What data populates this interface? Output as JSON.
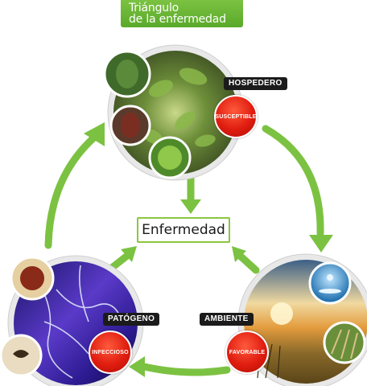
{
  "title": {
    "line1": "Triángulo",
    "line2": "de la enfermedad"
  },
  "center": {
    "label": "Enfermedad"
  },
  "nodes": {
    "host": {
      "title": "HOSPEDERO",
      "badge": "SUSCEPTIBLE"
    },
    "pathogen": {
      "title": "PATÓGENO",
      "badge": "INFECCIOSO"
    },
    "environment": {
      "title": "AMBIENTE",
      "badge": "FAVORABLE"
    }
  },
  "colors": {
    "arrow": "#7cc242",
    "badge": "#e01d10",
    "title_bg": "#6cb533",
    "label_bg": "#1b1b1b"
  }
}
